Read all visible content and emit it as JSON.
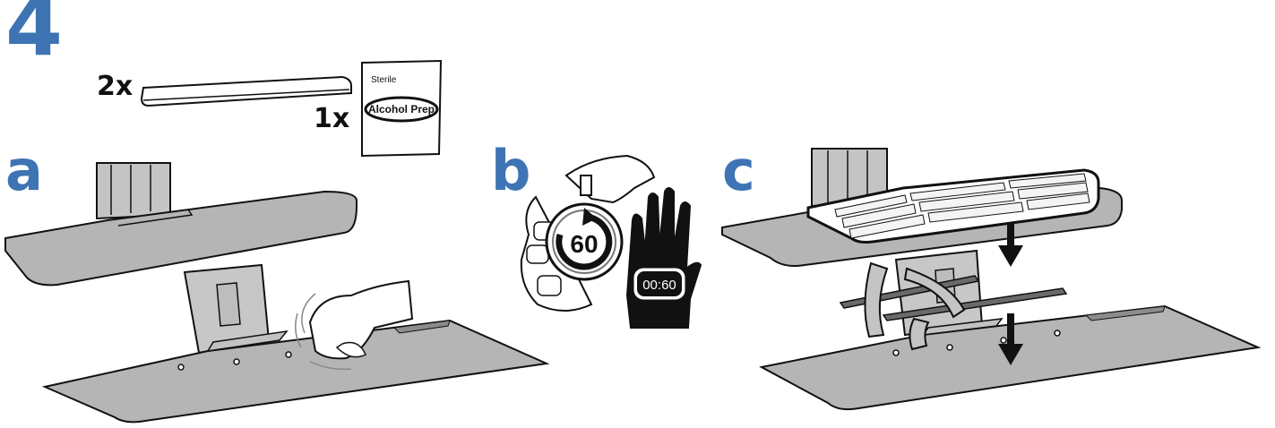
{
  "step": {
    "number": "4",
    "parts": [
      {
        "quantity": "2x",
        "item": "adhesive-strip"
      },
      {
        "quantity": "1x",
        "item": "alcohol-prep-pad"
      }
    ],
    "pad": {
      "top_text": "Sterile",
      "oval_text": "Alcohol Prep"
    }
  },
  "substeps": [
    {
      "letter": "a",
      "action": "wipe-surface"
    },
    {
      "letter": "b",
      "timer_value": "60",
      "display_value": "00:60",
      "action": "wait"
    },
    {
      "letter": "c",
      "action": "attach-keyboard"
    }
  ],
  "colors": {
    "accent": "#3e74b3",
    "tray": "#b5b5b5",
    "tray_dark": "#8c8c8c",
    "line": "#111111",
    "strip": "#6a6a6a"
  }
}
